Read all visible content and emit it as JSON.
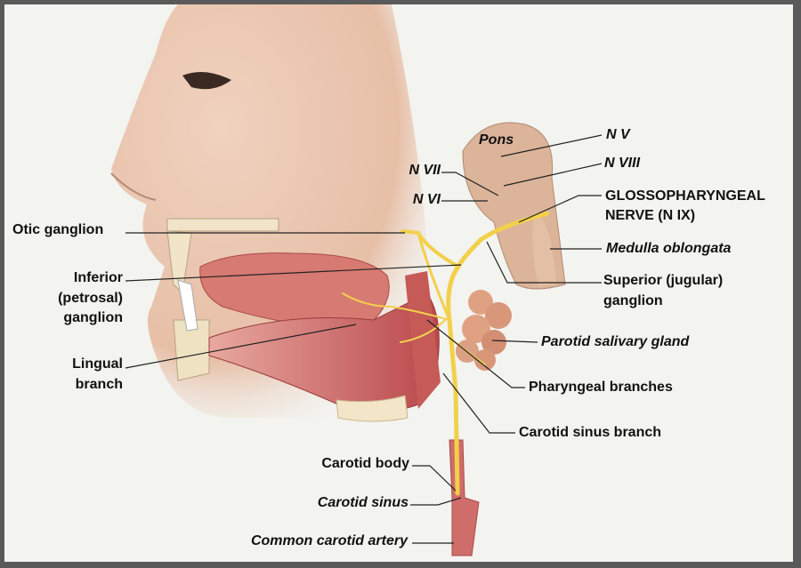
{
  "labels": {
    "pons": "Pons",
    "n_v": "N V",
    "n_viii": "N VIII",
    "n_vii": "N VII",
    "n_vi": "N VI",
    "glosso_1": "GLOSSOPHARYNGEAL",
    "glosso_2": "NERVE (N IX)",
    "medulla": "Medulla oblongata",
    "superior_1": "Superior (jugular)",
    "superior_2": "ganglion",
    "otic": "Otic ganglion",
    "inferior_1": "Inferior",
    "inferior_2": "(petrosal)",
    "inferior_3": "ganglion",
    "lingual_1": "Lingual",
    "lingual_2": "branch",
    "parotid": "Parotid salivary gland",
    "pharyngeal": "Pharyngeal branches",
    "carotid_sinus_branch": "Carotid sinus branch",
    "carotid_body": "Carotid body",
    "carotid_sinus": "Carotid sinus",
    "common_carotid": "Common carotid artery"
  },
  "colors": {
    "nerve": "#f2d04a",
    "skin": "#e9c3ac",
    "muscle": "#c65a55",
    "brainstem": "#d9b095",
    "frame": "#5a5a5a"
  }
}
